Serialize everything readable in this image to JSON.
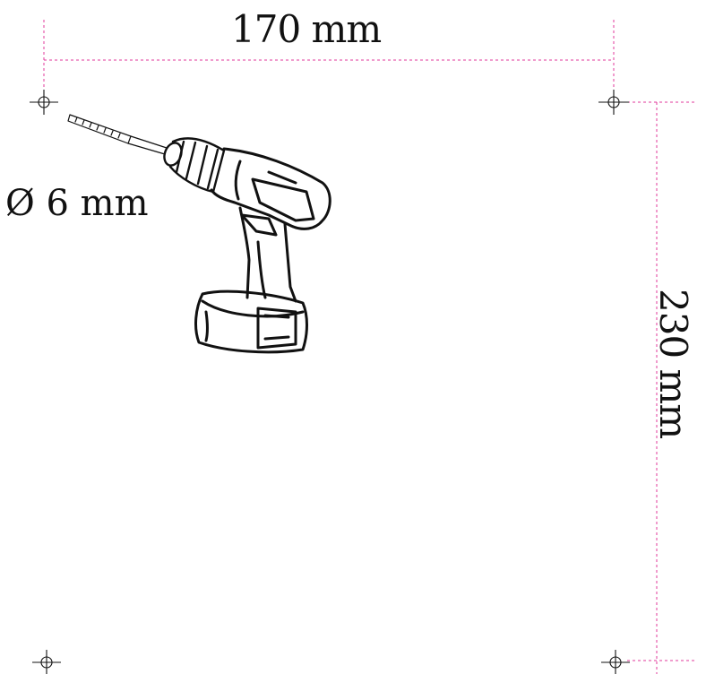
{
  "dimensions": {
    "width_label": "170 mm",
    "height_label": "230 mm",
    "bit_diameter_label": "Ø 6 mm"
  },
  "colors": {
    "dimension_line": "#e0399b",
    "drawing_stroke": "#111111",
    "background": "#ffffff"
  },
  "icons": {
    "main_illustration": "cordless-drill-icon",
    "registration_mark": "crosshair-icon"
  }
}
